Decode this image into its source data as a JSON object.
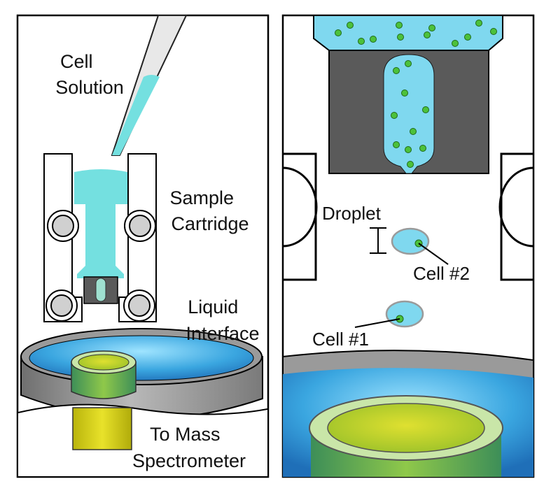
{
  "left_panel": {
    "labels": {
      "cell_solution": [
        "Cell",
        "Solution"
      ],
      "sample_cartridge": [
        "Sample",
        "Cartridge"
      ],
      "liquid_interface": [
        "Liquid",
        "Interface"
      ],
      "to_mass_spectrometer": [
        "To Mass",
        "Spectrometer"
      ]
    }
  },
  "right_panel": {
    "labels": {
      "droplet": "Droplet",
      "cell_2": "Cell #2",
      "cell_1": "Cell #1"
    }
  },
  "colors": {
    "liquid": "#74e0e0",
    "liquid_blue": "#7fd8ef",
    "cell_green": "#4cc13b",
    "cartridge_gray": "#5a5a5a",
    "yellow_tube": "#d8d21a",
    "ring_blue": "#2f8fd6"
  }
}
